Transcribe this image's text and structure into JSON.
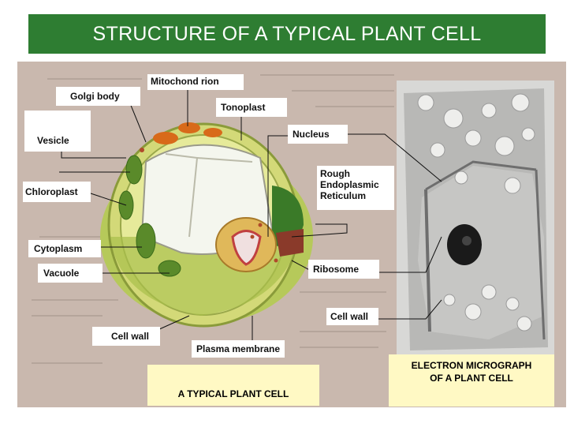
{
  "title": "STRUCTURE OF A TYPICAL PLANT CELL",
  "labels": {
    "mitochondrion": "Mitochond rion",
    "golgi_body": "Golgi body",
    "tonoplast": "Tonoplast",
    "nucleus": "Nucleus",
    "vesicle": "Vesicle",
    "rough_er": [
      "Rough",
      "Endoplasmic",
      "Reticulum"
    ],
    "chloroplast": "Chloroplast",
    "cytoplasm": "Cytoplasm",
    "vacuole": "Vacuole",
    "ribosome": "Ribosome",
    "cell_wall_right": "Cell wall",
    "cell_wall_left": "Cell wall",
    "plasma_membrane": "Plasma membrane"
  },
  "captions": {
    "diagram": "A TYPICAL PLANT CELL",
    "micrograph": "ELECTRON MICROGRAPH OF A PLANT CELL"
  },
  "colors": {
    "title_bg": "#2e7d32",
    "caption_bg": "#fff9c4",
    "scan_bg": "#c9b8ae"
  }
}
